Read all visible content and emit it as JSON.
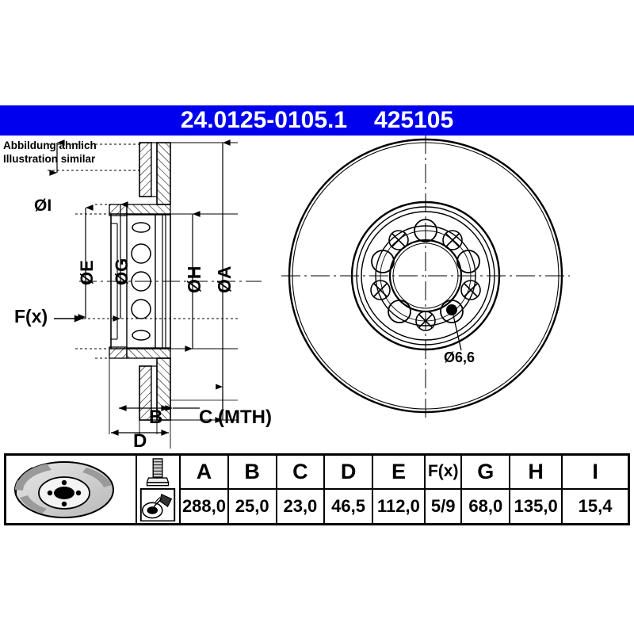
{
  "header": {
    "part_number": "24.0125-0105.1",
    "article_number": "425105",
    "bar_color": "#0000ee",
    "text_color": "#ffffff"
  },
  "notes": {
    "line_de": "Abbildung ähnlich",
    "line_en": "Illustration similar"
  },
  "drawing": {
    "section_view": {
      "labels": {
        "dia_i": "ØI",
        "dia_e": "ØE",
        "dia_g": "ØG",
        "dia_h": "ØH",
        "dia_a": "ØA",
        "force": "F(x)",
        "dim_b": "B",
        "dim_c": "C (MTH)",
        "dim_d": "D"
      }
    },
    "face_view": {
      "hole_callout": "Ø6,6",
      "bolt_holes": 5,
      "vent_holes": 5
    }
  },
  "spec_table": {
    "icon_disc": "brake-disc-icon",
    "icon_bolt": "bolt-icon",
    "icon_tool": "disc-mounting-icon",
    "headers": [
      "A",
      "B",
      "C",
      "D",
      "E",
      "F(x)",
      "G",
      "H",
      "I"
    ],
    "values": [
      "288,0",
      "25,0",
      "23,0",
      "46,5",
      "112,0",
      "5/9",
      "68,0",
      "135,0",
      "15,4"
    ]
  },
  "chart_data": {
    "type": "table",
    "title": "ATE brake disc dimensional specification",
    "categories": [
      "A",
      "B",
      "C",
      "D",
      "E",
      "F(x)",
      "G",
      "H",
      "I"
    ],
    "values": [
      "288,0",
      "25,0",
      "23,0",
      "46,5",
      "112,0",
      "5/9",
      "68,0",
      "135,0",
      "15,4"
    ],
    "annotations": [
      "Ø6,6"
    ]
  }
}
